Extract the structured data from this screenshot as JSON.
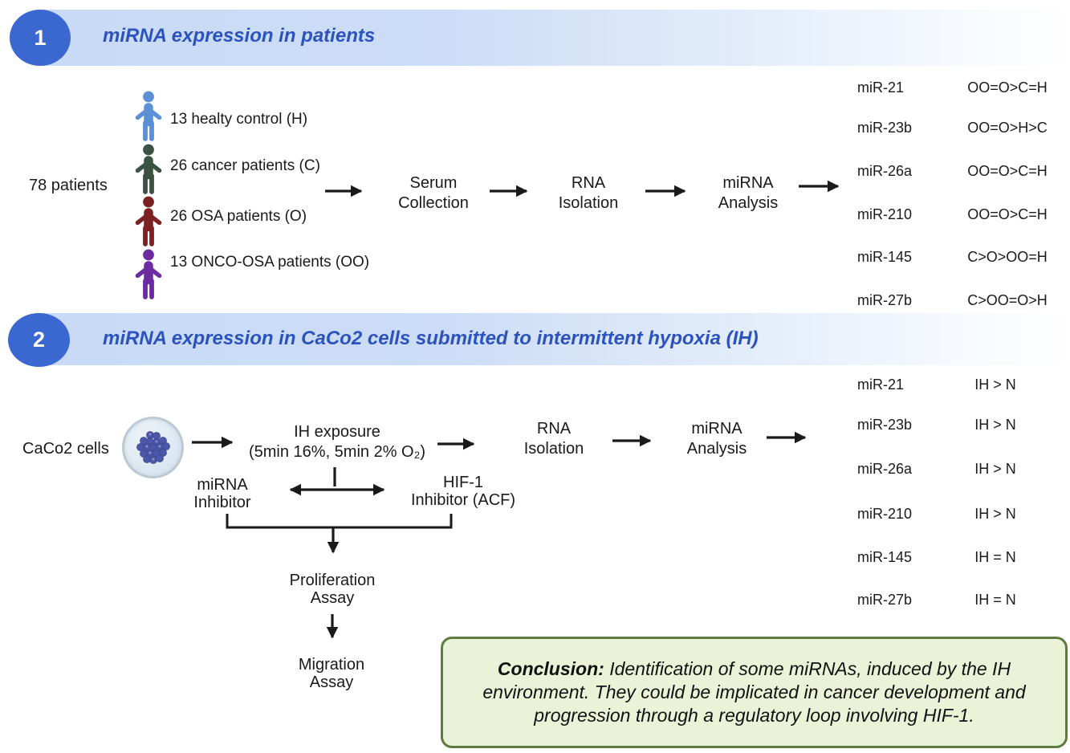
{
  "colors": {
    "banner_blue": "#c8daf6",
    "badge_blue": "#3b67d1",
    "title_blue": "#2c52bd",
    "arrow_black": "#1a1a1a",
    "petri_fill": "#dde9f2",
    "petri_rim": "#bcc8d2",
    "cell_blue": "#4b57a8",
    "conclusion_bg": "#eaf2d7",
    "conclusion_border": "#5d7c3e"
  },
  "section1": {
    "number": "1",
    "title": "miRNA expression in patients",
    "total_label": "78 patients",
    "groups": [
      {
        "label": "13 healty control (H)",
        "color": "#5b8fd6"
      },
      {
        "label": "26 cancer patients (C)",
        "color": "#3c5243"
      },
      {
        "label": "26 OSA patients (O)",
        "color": "#7b2122"
      },
      {
        "label": "13 ONCO-OSA patients (OO)",
        "color": "#6c2ba3"
      }
    ],
    "steps": [
      {
        "line1": "Serum",
        "line2": "Collection"
      },
      {
        "line1": "RNA",
        "line2": "Isolation"
      },
      {
        "line1": "miRNA",
        "line2": "Analysis"
      }
    ],
    "results": [
      {
        "name": "miR-21",
        "value": "OO=O>C=H"
      },
      {
        "name": "miR-23b",
        "value": "OO=O>H>C"
      },
      {
        "name": "miR-26a",
        "value": "OO=O>C=H"
      },
      {
        "name": "miR-210",
        "value": "OO=O>C=H"
      },
      {
        "name": "miR-145",
        "value": "C>O>OO=H"
      },
      {
        "name": "miR-27b",
        "value": "C>OO=O>H"
      }
    ]
  },
  "section2": {
    "number": "2",
    "title": "miRNA expression in CaCo2 cells submitted to intermittent hypoxia (IH)",
    "source_label": "CaCo2 cells",
    "exposure": {
      "line1": "IH exposure",
      "line2": "(5min 16%, 5min 2% O₂)"
    },
    "steps": [
      {
        "line1": "RNA",
        "line2": "Isolation"
      },
      {
        "line1": "miRNA",
        "line2": "Analysis"
      }
    ],
    "inhibitors": {
      "left": {
        "line1": "miRNA",
        "line2": "Inhibitor"
      },
      "right": {
        "line1": "HIF-1",
        "line2": "Inhibitor (ACF)"
      }
    },
    "assays": [
      {
        "line1": "Proliferation",
        "line2": "Assay"
      },
      {
        "line1": "Migration",
        "line2": "Assay"
      }
    ],
    "results": [
      {
        "name": "miR-21",
        "value": "IH > N"
      },
      {
        "name": "miR-23b",
        "value": "IH > N"
      },
      {
        "name": "miR-26a",
        "value": "IH > N"
      },
      {
        "name": "miR-210",
        "value": "IH > N"
      },
      {
        "name": "miR-145",
        "value": "IH = N"
      },
      {
        "name": "miR-27b",
        "value": "IH = N"
      }
    ]
  },
  "conclusion": {
    "label": "Conclusion:",
    "text": "Identification of some miRNAs, induced by the IH environment. They could be implicated in cancer development and progression through a regulatory loop involving HIF-1."
  }
}
